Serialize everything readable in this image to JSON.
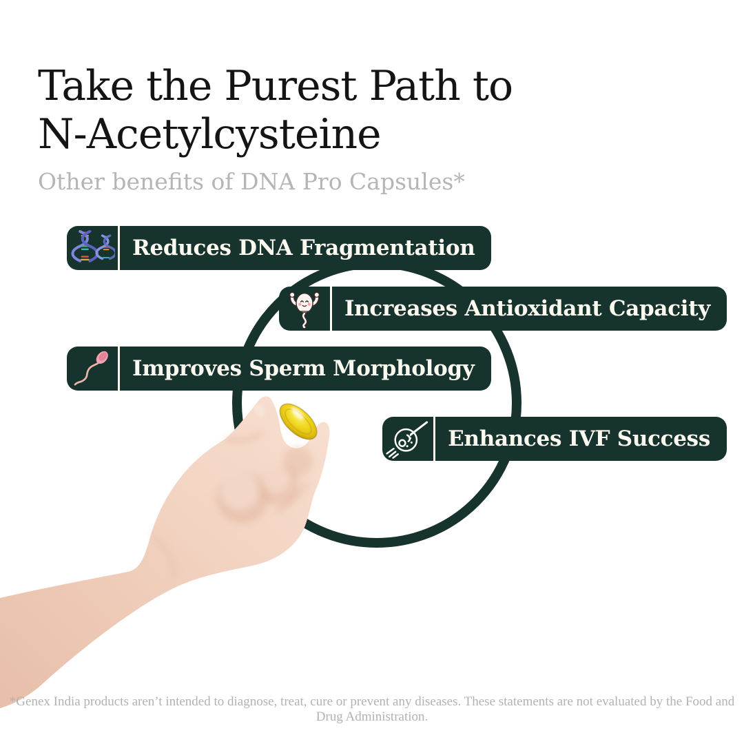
{
  "header": {
    "title_line1": "Take the Purest Path to",
    "title_line2": "N-Acetylcysteine",
    "subtitle": "Other benefits of DNA Pro Capsules*"
  },
  "benefits": [
    {
      "label": "Reduces DNA Fragmentation",
      "icon": "dna-icon"
    },
    {
      "label": "Increases Antioxidant Capacity",
      "icon": "sperm-flex-icon"
    },
    {
      "label": "Improves Sperm Morphology",
      "icon": "sperm-icon"
    },
    {
      "label": "Enhances IVF Success",
      "icon": "ivf-injection-icon"
    }
  ],
  "illustration": {
    "description": "hand holding a yellow softgel capsule inside a dark green ring"
  },
  "footer": {
    "disclaimer": "*Genex India products aren’t intended to diagnose, treat, cure or prevent any diseases. These statements are not evaluated by the Food and Drug Administration."
  },
  "theme": {
    "page_bg": "#ffffff",
    "title": "#141414",
    "subtitle": "#b5b5b5",
    "badge_bg": "#16332d",
    "badge_text": "#fcf9f0",
    "ring": "#16332d",
    "disclaimer": "#b2b2b2",
    "capsule_yellow": "#e9c71c",
    "skin": "#f0cfbc"
  }
}
